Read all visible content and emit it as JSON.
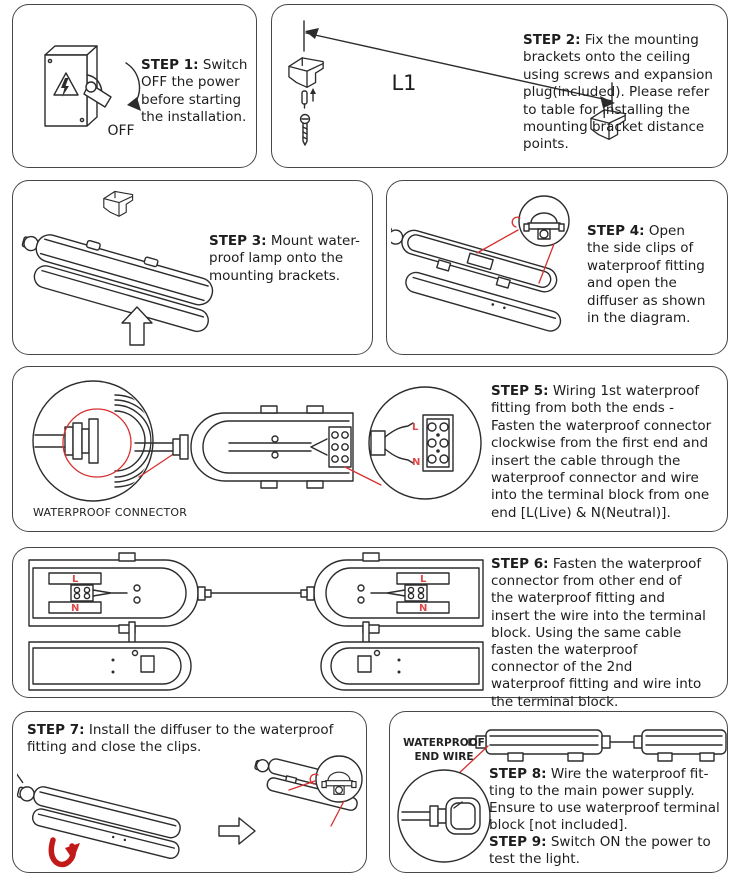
{
  "colors": {
    "red": "#d63030",
    "ink": "#1d1d1d",
    "panel_border": "#474747"
  },
  "step1": {
    "title": "STEP 1:",
    "body": "Switch OFF the power before starting the installation.",
    "off": "OFF"
  },
  "step2": {
    "title": "STEP 2:",
    "body": "Fix the mounting brackets onto the ceiling using screws and expansion plug(included). Please refer to table for installing the mounting bracket distance points.",
    "dim": "L1"
  },
  "step3": {
    "title": "STEP 3:",
    "body": "Mount water-proof lamp onto the mounting brackets."
  },
  "step4": {
    "title": "STEP 4:",
    "body": "Open the side clips of waterproof fitting and open the diffuser as shown in the diagram."
  },
  "step5": {
    "title": "STEP 5:",
    "body": "Wiring 1st waterproof fitting from both the ends - Fasten the waterproof connector clockwise from the first end and insert the cable through the waterproof connector and wire into the terminal block from one end [L(Live) & N(Neutral)].",
    "connector_label": "WATERPROOF CONNECTOR",
    "live": "L",
    "neutral": "N"
  },
  "step6": {
    "title": "STEP 6:",
    "body": "Fasten the waterproof connector from other end of the waterproof fitting and insert the wire into the terminal block. Using the same cable fasten the waterproof connector of the 2nd waterproof fitting and wire into the terminal block.",
    "live": "L",
    "neutral": "N"
  },
  "step7": {
    "title": "STEP 7:",
    "body": "Install the diffuser to the waterproof fitting and close the clips."
  },
  "step8": {
    "title": "STEP 8:",
    "body": "Wire the waterproof fit-ting to the main power supply. Ensure to use waterproof terminal block [not included].",
    "end_wire_label": "WATERPROOF END WIRE"
  },
  "step9": {
    "title": "STEP 9:",
    "body": "Switch ON the power to test the light."
  }
}
